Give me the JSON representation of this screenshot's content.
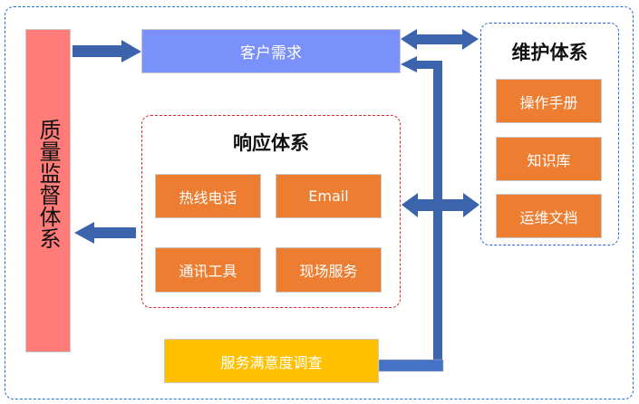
{
  "diagram": {
    "quality_system": {
      "label": "质量监督体系"
    },
    "customer_demand": {
      "label": "客户需求"
    },
    "response_system": {
      "title": "响应体系",
      "items": [
        {
          "label": "热线电话"
        },
        {
          "label": "Email"
        },
        {
          "label": "通讯工具"
        },
        {
          "label": "现场服务"
        }
      ]
    },
    "maintenance_system": {
      "title": "维护体系",
      "items": [
        {
          "label": "操作手册"
        },
        {
          "label": "知识库"
        },
        {
          "label": "运维文档"
        }
      ]
    },
    "satisfaction_survey": {
      "label": "服务满意度调查"
    },
    "colors": {
      "quality": "#ff7c78",
      "demand": "#7a90fb",
      "item": "#ed7d31",
      "survey": "#ffc000",
      "arrow": "#3c64ad",
      "response_border": "#e02a2a",
      "maintenance_border": "#1f6fd6"
    }
  }
}
